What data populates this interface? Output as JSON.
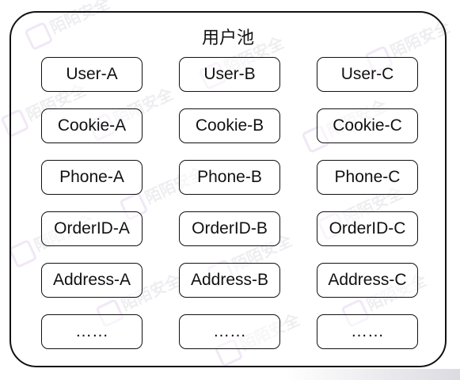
{
  "pool": {
    "title": "用户池"
  },
  "watermark": {
    "text": "陌陌安全"
  },
  "grid": {
    "rows": [
      [
        "User-A",
        "User-B",
        "User-C"
      ],
      [
        "Cookie-A",
        "Cookie-B",
        "Cookie-C"
      ],
      [
        "Phone-A",
        "Phone-B",
        "Phone-C"
      ],
      [
        "OrderID-A",
        "OrderID-B",
        "OrderID-C"
      ],
      [
        "Address-A",
        "Address-B",
        "Address-C"
      ],
      [
        "……",
        "……",
        "……"
      ]
    ]
  }
}
